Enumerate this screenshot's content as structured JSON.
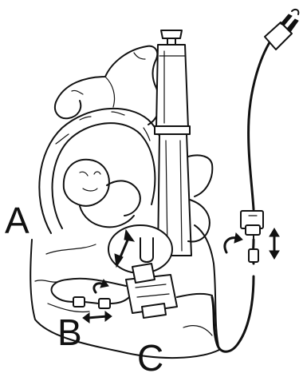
{
  "labels": {
    "a": "A",
    "b": "B",
    "c": "C"
  },
  "parts": {
    "plug": "power-plug-icon",
    "pump": "water-pump-icon",
    "hand_pump": "hand-pump-icon",
    "connector": "cord-connector-icon",
    "tube_fitting": "tube-fitting-icon"
  },
  "colors": {
    "ink": "#111111",
    "paper": "#ffffff"
  }
}
